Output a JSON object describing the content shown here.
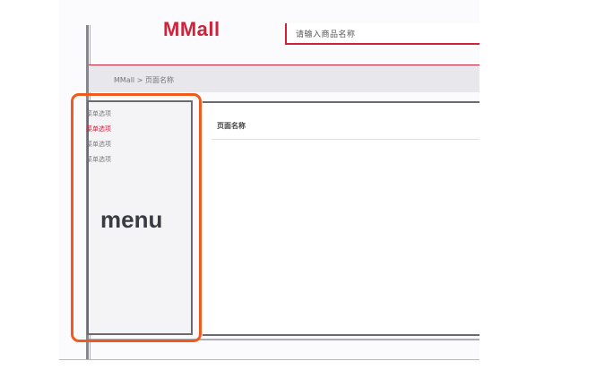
{
  "header": {
    "logo": "MMall",
    "search_placeholder": "请输入商品名称"
  },
  "breadcrumb": "MMall > 页面名称",
  "sidebar": {
    "items": [
      {
        "label": "菜单选项",
        "active": false
      },
      {
        "label": "菜单选项",
        "active": true
      },
      {
        "label": "菜单选项",
        "active": false
      },
      {
        "label": "菜单选项",
        "active": false
      }
    ],
    "annotation": "menu"
  },
  "content": {
    "title": "页面名称"
  },
  "colors": {
    "brand": "#d0223a",
    "highlight": "#f05a1c",
    "breadcrumb_bar": "#e7e7ec"
  }
}
